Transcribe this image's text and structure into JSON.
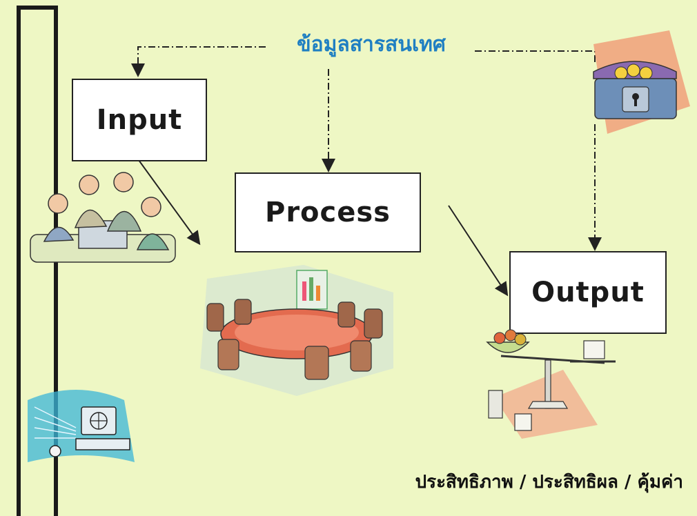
{
  "diagram": {
    "info_label": "ข้อมูลสารสนเทศ",
    "input_label": "Input",
    "process_label": "Process",
    "output_label": "Output",
    "footer_text": "ประสิทธิภาพ / ประสิทธิผล / คุ้มค่า"
  },
  "colors": {
    "background": "#eef7c4",
    "info_label": "#1f7fc2",
    "box_border": "#222222"
  },
  "icons": [
    "people-meeting-icon",
    "conference-table-icon",
    "treasure-chest-icon",
    "balance-scale-icon",
    "computer-network-icon"
  ]
}
